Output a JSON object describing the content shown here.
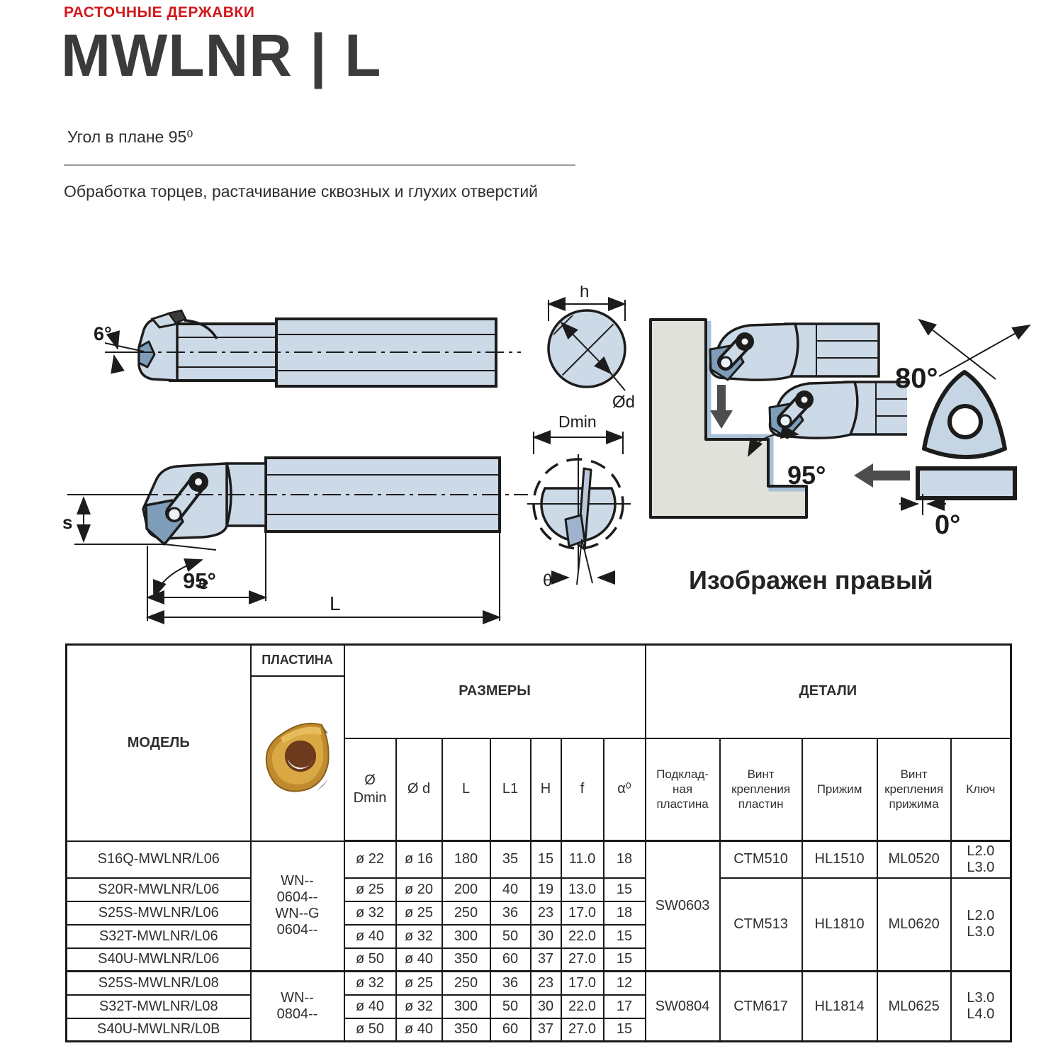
{
  "page": {
    "category": "РАСТОЧНЫЕ ДЕРЖАВКИ",
    "title": "MWLNR | L",
    "subtitle": "Угол в плане 95⁰",
    "description": "Обработка торцев, растачивание сквозных и глухих отверстий"
  },
  "diagrams": {
    "side_view": {
      "angle": "6°"
    },
    "top_view": {
      "s": "s",
      "angle": "95°",
      "e": "e",
      "L": "L"
    },
    "shank_section": {
      "h": "h",
      "d": "Ød"
    },
    "bore_section": {
      "dmin": "Dmin",
      "theta": "θ"
    },
    "application": {
      "angle": "95°",
      "caption": "Изображен правый"
    },
    "insert_views": {
      "corner_angle": "80°",
      "clearance_angle": "0°"
    }
  },
  "table": {
    "col_model": "МОДЕЛЬ",
    "col_plate": "ПЛАСТИНА",
    "col_dims": "РАЗМЕРЫ",
    "col_details": "ДЕТАЛИ",
    "dim_headers": {
      "dmin": "Ø\nDmin",
      "d": "Ø d",
      "l": "L",
      "l1": "L1",
      "h": "H",
      "f": "f",
      "a": "α⁰"
    },
    "detail_headers": {
      "shim": "Подклад-\nная\nпластина",
      "screw": "Винт\nкрепления\nпластин",
      "clamp": "Прижим",
      "clamp_screw": "Винт\nкрепления\nприжима",
      "key": "Ключ"
    },
    "plate_g1": "WN--\n0604--\nWN--G\n0604--",
    "plate_g2": "WN--\n0804--",
    "shim_g1": "SW0603",
    "details_g1_r1": {
      "screw": "CTM510",
      "clamp": "HL1510",
      "clamp_screw": "ML0520",
      "key": "L2.0\nL3.0"
    },
    "details_g1_rest": {
      "screw": "CTM513",
      "clamp": "HL1810",
      "clamp_screw": "ML0620",
      "key": "L2.0\nL3.0"
    },
    "details_g2": {
      "shim": "SW0804",
      "screw": "CTM617",
      "clamp": "HL1814",
      "clamp_screw": "ML0625",
      "key": "L3.0\nL4.0"
    },
    "rows": [
      {
        "model": "S16Q-MWLNR/L06",
        "dmin": "ø 22",
        "d": "ø 16",
        "l": "180",
        "l1": "35",
        "h": "15",
        "f": "11.0",
        "a": "18"
      },
      {
        "model": "S20R-MWLNR/L06",
        "dmin": "ø 25",
        "d": "ø 20",
        "l": "200",
        "l1": "40",
        "h": "19",
        "f": "13.0",
        "a": "15"
      },
      {
        "model": "S25S-MWLNR/L06",
        "dmin": "ø 32",
        "d": "ø 25",
        "l": "250",
        "l1": "36",
        "h": "23",
        "f": "17.0",
        "a": "18"
      },
      {
        "model": "S32T-MWLNR/L06",
        "dmin": "ø 40",
        "d": "ø 32",
        "l": "300",
        "l1": "50",
        "h": "30",
        "f": "22.0",
        "a": "15"
      },
      {
        "model": "S40U-MWLNR/L06",
        "dmin": "ø 50",
        "d": "ø 40",
        "l": "350",
        "l1": "60",
        "h": "37",
        "f": "27.0",
        "a": "15"
      },
      {
        "model": "S25S-MWLNR/L08",
        "dmin": "ø 32",
        "d": "ø 25",
        "l": "250",
        "l1": "36",
        "h": "23",
        "f": "17.0",
        "a": "12"
      },
      {
        "model": "S32T-MWLNR/L08",
        "dmin": "ø 40",
        "d": "ø 32",
        "l": "300",
        "l1": "50",
        "h": "30",
        "f": "22.0",
        "a": "17"
      },
      {
        "model": "S40U-MWLNR/L0B",
        "dmin": "ø 50",
        "d": "ø 40",
        "l": "350",
        "l1": "60",
        "h": "37",
        "f": "27.0",
        "a": "15"
      }
    ]
  }
}
